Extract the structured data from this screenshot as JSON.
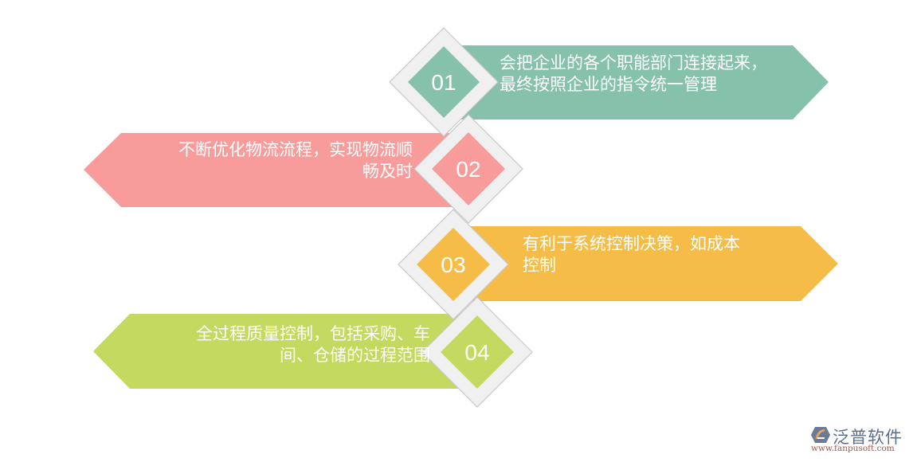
{
  "diagram": {
    "type": "numbered-steps",
    "colors": {
      "step1": "#86c1ab",
      "step2": "#f89b9b",
      "step3": "#f5bc47",
      "step4": "#c4d95f",
      "frame": "#f0f0f0",
      "frame_border": "#c8c8c8",
      "text": "#ffffff"
    },
    "steps": [
      {
        "number": "01",
        "line1": "会把企业的各个职能部门连接起来，",
        "line2": "最终按照企业的指令统一管理",
        "direction": "right"
      },
      {
        "number": "02",
        "line1": "不断优化物流流程，实现物流顺",
        "line2": "畅及时",
        "direction": "left"
      },
      {
        "number": "03",
        "line1": "有利于系统控制决策，如成本",
        "line2": "控制",
        "direction": "right"
      },
      {
        "number": "04",
        "line1": "全过程质量控制，包括采购、车",
        "line2": "间、仓储的过程范围",
        "direction": "left"
      }
    ]
  },
  "logo": {
    "name": "泛普软件",
    "url": "www.fanpusoft.com",
    "icon": "fanpu-logo-icon"
  }
}
